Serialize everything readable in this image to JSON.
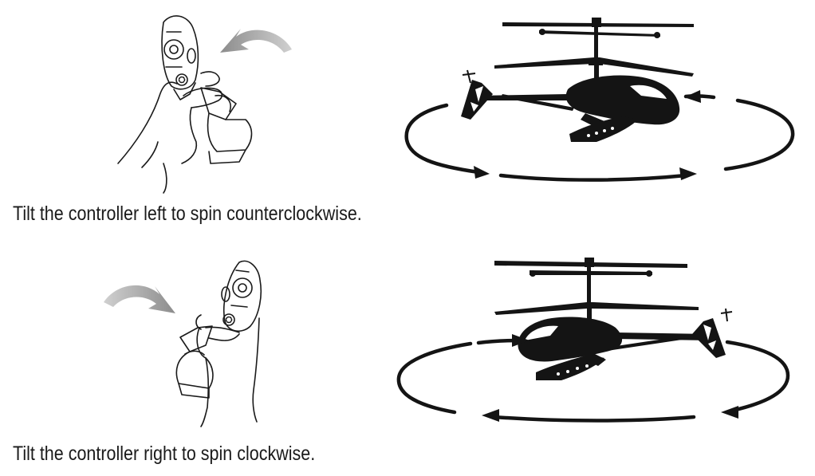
{
  "instructions": [
    {
      "id": "ccw",
      "caption": "Tilt the controller left to spin counterclockwise.",
      "direction": "counterclockwise",
      "tilt": "left"
    },
    {
      "id": "cw",
      "caption": "Tilt the controller right to spin clockwise.",
      "direction": "clockwise",
      "tilt": "right"
    }
  ],
  "colors": {
    "ink": "#1a1a1a",
    "tilt_arrow": "#9a9a9a"
  },
  "icons": [
    "hand-controller-icon",
    "tilt-arrow-icon",
    "helicopter-icon",
    "rotation-arrows-icon"
  ]
}
